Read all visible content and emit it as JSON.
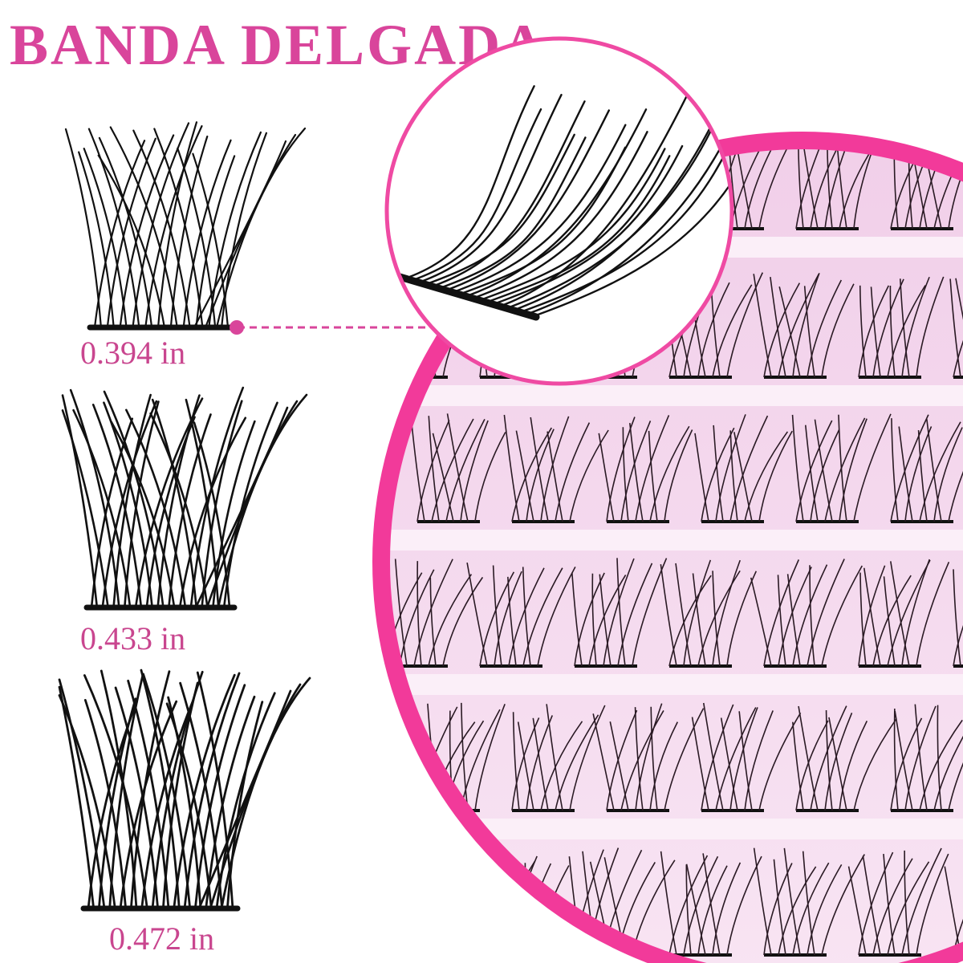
{
  "title": "BANDA DELGADA",
  "sizes": [
    {
      "label": "0.394 in"
    },
    {
      "label": "0.433 in"
    },
    {
      "label": "0.472 in"
    }
  ],
  "colors": {
    "brand_pink": "#d9459b",
    "label_pink": "#c9468f",
    "ring_pink": "#f23a9a",
    "tray_pink": "#f6d8ef",
    "lash_black": "#111111"
  },
  "icons": [
    "lash-cluster-icon",
    "zoom-circle-icon",
    "lash-tray-image",
    "connector-dot-icon"
  ]
}
